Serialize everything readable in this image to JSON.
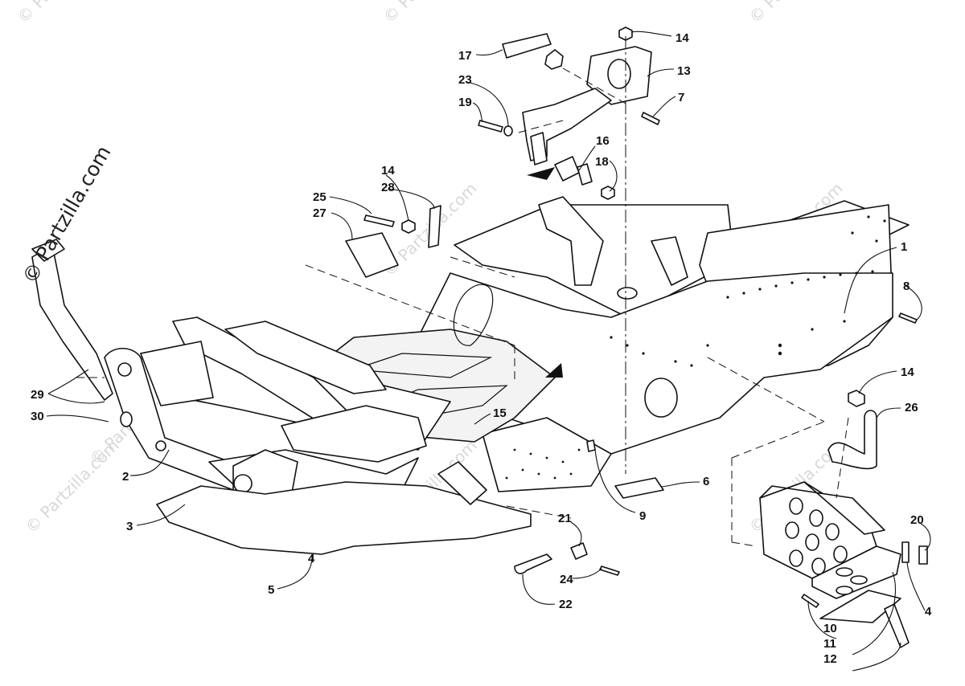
{
  "watermark": {
    "site_text": "© Partzilla.com",
    "left_text": "© Partzilla.com"
  },
  "callouts": [
    {
      "id": "c1",
      "label": "1"
    },
    {
      "id": "c2",
      "label": "2"
    },
    {
      "id": "c3",
      "label": "3"
    },
    {
      "id": "c4a",
      "label": "4"
    },
    {
      "id": "c4b",
      "label": "4"
    },
    {
      "id": "c5",
      "label": "5"
    },
    {
      "id": "c6",
      "label": "6"
    },
    {
      "id": "c7",
      "label": "7"
    },
    {
      "id": "c8",
      "label": "8"
    },
    {
      "id": "c9",
      "label": "9"
    },
    {
      "id": "c10",
      "label": "10"
    },
    {
      "id": "c11",
      "label": "11"
    },
    {
      "id": "c12",
      "label": "12"
    },
    {
      "id": "c13",
      "label": "13"
    },
    {
      "id": "c14a",
      "label": "14"
    },
    {
      "id": "c14b",
      "label": "14"
    },
    {
      "id": "c14c",
      "label": "14"
    },
    {
      "id": "c15",
      "label": "15"
    },
    {
      "id": "c16",
      "label": "16"
    },
    {
      "id": "c17",
      "label": "17"
    },
    {
      "id": "c18",
      "label": "18"
    },
    {
      "id": "c19",
      "label": "19"
    },
    {
      "id": "c20",
      "label": "20"
    },
    {
      "id": "c21",
      "label": "21"
    },
    {
      "id": "c22",
      "label": "22"
    },
    {
      "id": "c23",
      "label": "23"
    },
    {
      "id": "c24",
      "label": "24"
    },
    {
      "id": "c25",
      "label": "25"
    },
    {
      "id": "c26",
      "label": "26"
    },
    {
      "id": "c27",
      "label": "27"
    },
    {
      "id": "c28",
      "label": "28"
    },
    {
      "id": "c29",
      "label": "29"
    },
    {
      "id": "c30",
      "label": "30"
    }
  ]
}
